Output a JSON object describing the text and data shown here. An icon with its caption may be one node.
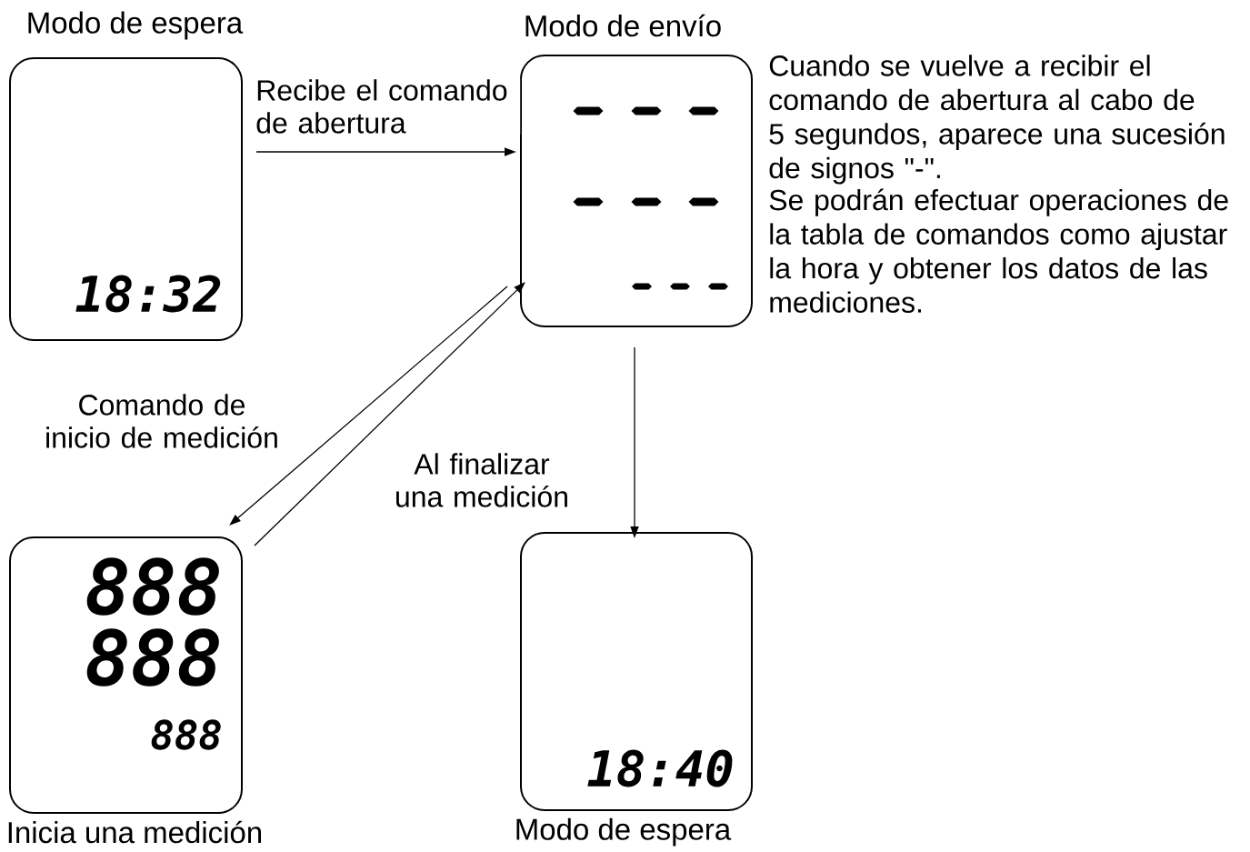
{
  "diagram": {
    "nodes": [
      {
        "text": [
          "Modo de espera",
          "18:32"
        ]
      },
      {
        "text": [
          "Modo de envío"
        ],
        "beside": [
          "Cuando se vuelve a recibir el comando de abertura al cabo de 5 segundos, aparece una sucesión de signos \"-\".",
          "Se podrán efectuar operaciones de la tabla de comandos como ajustar la hora y obtener los datos de las mediciones."
        ]
      },
      {
        "text": [
          "888",
          "888",
          "888",
          "Inicia una medición"
        ]
      },
      {
        "text": [
          "18:40",
          "Modo de espera"
        ]
      }
    ],
    "edges": [
      {
        "from": 0,
        "to": 1,
        "arrow": "to",
        "label": "Recibe el comando de abertura"
      },
      {
        "from": 1,
        "to": 2,
        "arrow": "to",
        "label": "Comando de inicio de medición"
      },
      {
        "from": 2,
        "to": 1,
        "arrow": "to",
        "label": "Al finalizar una medición"
      },
      {
        "from": 1,
        "to": 3,
        "arrow": "to"
      }
    ]
  }
}
